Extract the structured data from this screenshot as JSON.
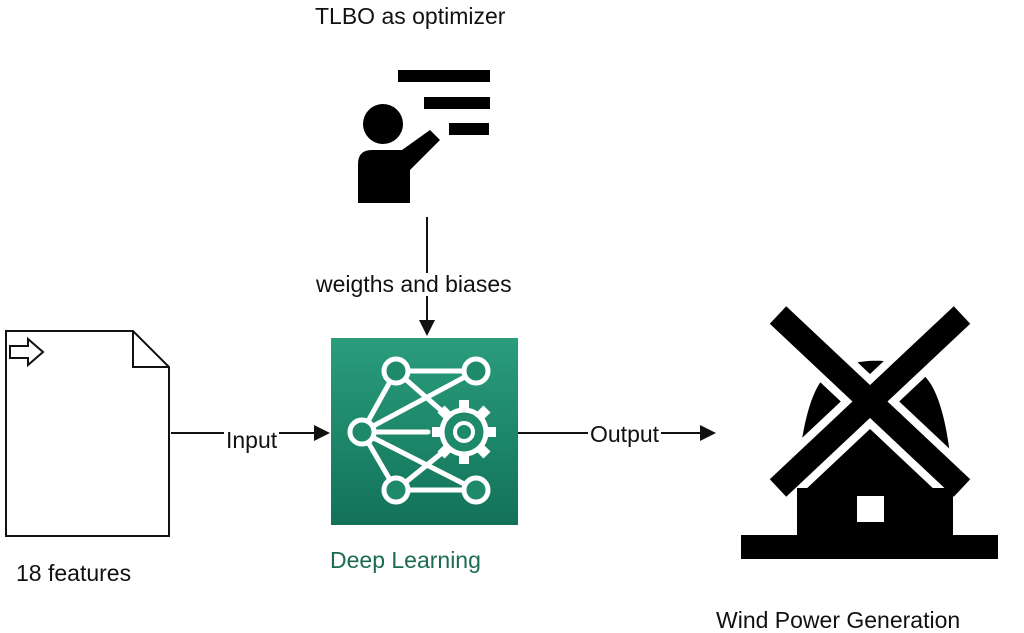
{
  "teacher": {
    "title": "TLBO as optimizer",
    "icon": "teacher-presentation-icon"
  },
  "edges": {
    "weights_label": "weigths and biases",
    "input_label": "Input",
    "output_label": "Output"
  },
  "input_node": {
    "label": "18 features",
    "icon": "document-arrow-icon"
  },
  "model_node": {
    "label": "Deep Learning",
    "icon": "neural-network-gear-icon",
    "color": "#17876a"
  },
  "output_node": {
    "label": "Wind Power Generation",
    "icon": "windmill-icon"
  }
}
